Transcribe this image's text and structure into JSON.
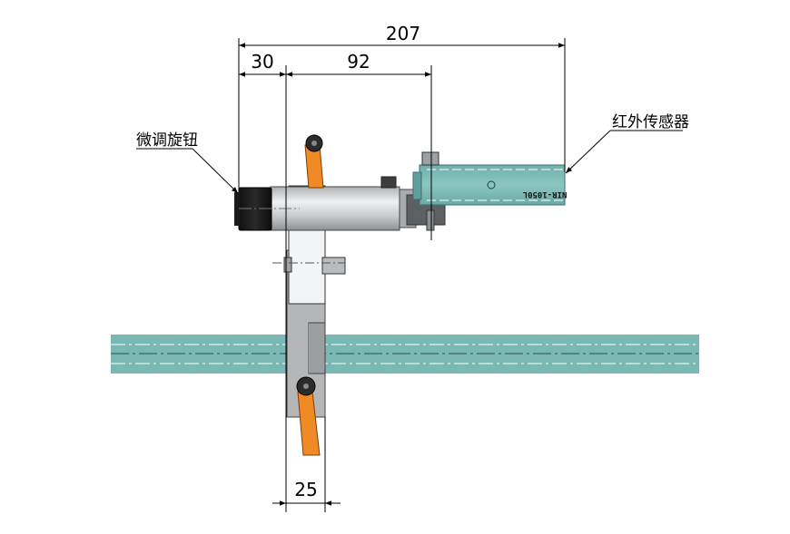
{
  "dimensions": {
    "overall": "207",
    "left_offset": "30",
    "mid_span": "92",
    "base_width": "25"
  },
  "labels": {
    "fine_adjust_knob": "微调旋钮",
    "ir_sensor": "红外传感器"
  },
  "sensor_marking": "NIR-1050L",
  "colors": {
    "rail": "#7ab8b4",
    "handle": "#f08a24",
    "knob": "#1a1a1a",
    "body_light": "#d4d6d8",
    "body_mid": "#b9bcbf",
    "body_dark": "#6e7174"
  }
}
